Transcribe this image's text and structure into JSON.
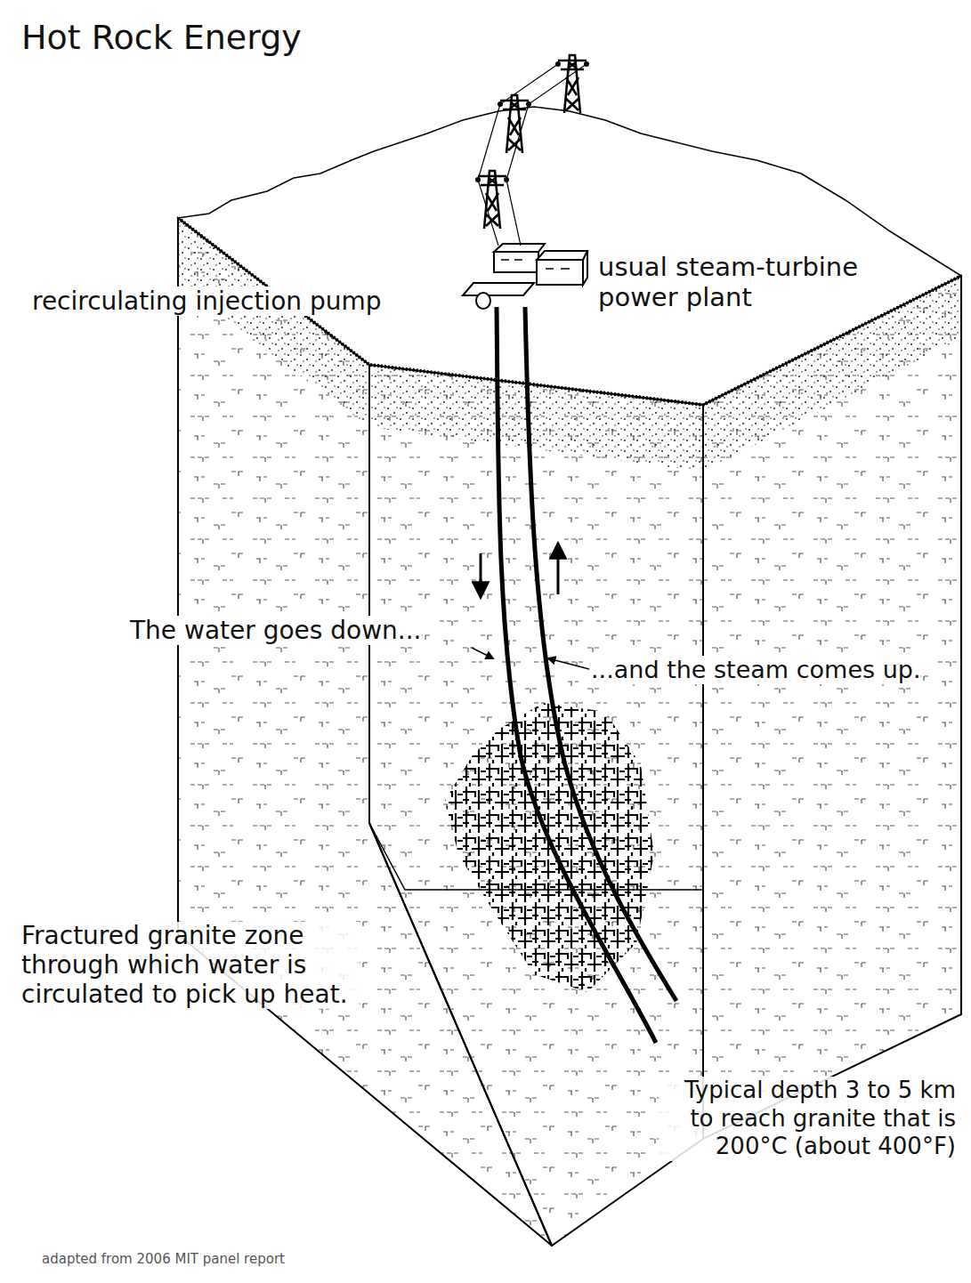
{
  "diagram": {
    "title": "Hot Rock Energy",
    "labels": [
      "recirculating injection pump",
      "usual steam-turbine power plant",
      "The water goes down...",
      "...and the steam comes up.",
      "Fractured granite zone through which water is circulated to pick up heat.",
      "Typical depth 3 to 5 km to reach granite that is 200°C (about 400°F)",
      "adapted from 2006 MIT panel report"
    ]
  }
}
